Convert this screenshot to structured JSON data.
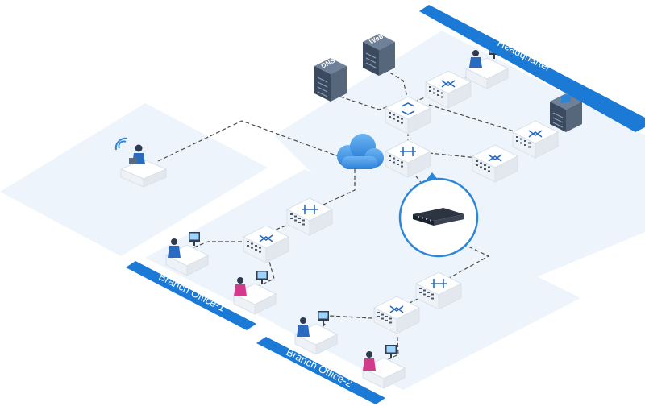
{
  "zones": {
    "headquarter": {
      "label": "Headquarter"
    },
    "branch1": {
      "label": "Branch Office-1"
    },
    "branch2": {
      "label": "Branch Office-2"
    }
  },
  "servers": {
    "web": {
      "label": "Web"
    },
    "dns": {
      "label": "DNS"
    }
  },
  "colors": {
    "band": "#1a7ad6",
    "ring": "#2a86db",
    "zone": "#eef4fb",
    "device": "#f4f6f9",
    "accent": "#2b6bbf",
    "link": "#4a4a4a",
    "cloud": "#3a8fe0"
  },
  "icons": [
    "cloud-icon",
    "router-icon",
    "switch-icon",
    "server-icon",
    "wireless-icon",
    "user-icon",
    "workstation-icon"
  ]
}
